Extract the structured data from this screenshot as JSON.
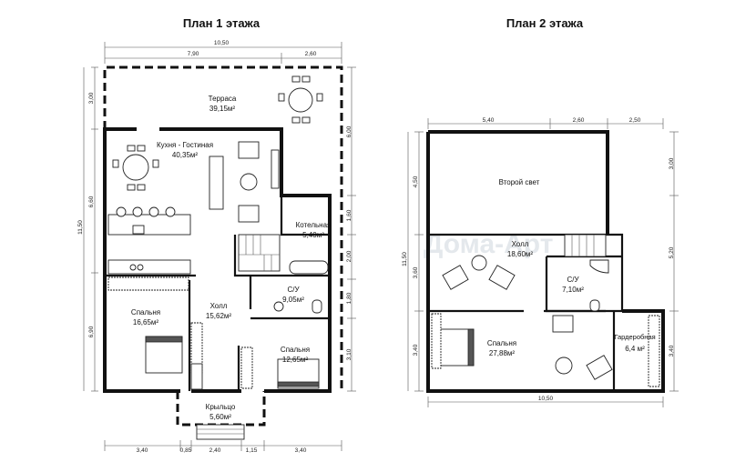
{
  "floor1": {
    "title": "План 1 этажа",
    "dims_top": [
      "10,50",
      "7,90",
      "2,60"
    ],
    "dims_bottom": [
      "3,40",
      "0,85",
      "2,40",
      "1,15",
      "3,40"
    ],
    "dims_left": [
      "3,00",
      "6,60",
      "11,50",
      "6,90"
    ],
    "dims_right": [
      "6,00",
      "1,60",
      "2,00",
      "1,80",
      "3,10"
    ],
    "rooms": {
      "terrace": {
        "name": "Терраса",
        "area": "39,15м²"
      },
      "kitchen": {
        "name": "Кухня - Гостиная",
        "area": "40,35м²"
      },
      "boiler": {
        "name": "Котельная",
        "area": "5,40м²"
      },
      "bath": {
        "name": "С/У",
        "area": "9,05м²"
      },
      "hall": {
        "name": "Холл",
        "area": "15,62м²"
      },
      "bedroom_left": {
        "name": "Спальня",
        "area": "16,65м²"
      },
      "bedroom_right": {
        "name": "Спальня",
        "area": "12,65м²"
      },
      "porch": {
        "name": "Крыльцо",
        "area": "5,60м²"
      }
    }
  },
  "floor2": {
    "title": "План 2 этажа",
    "dims_top": [
      "5,40",
      "2,60",
      "2,50"
    ],
    "dims_bottom": [
      "10,50"
    ],
    "dims_left": [
      "4,50",
      "11,50",
      "3,60",
      "3,40"
    ],
    "dims_right": [
      "3,00",
      "5,20",
      "3,40"
    ],
    "rooms": {
      "second_light": {
        "name": "Второй свет",
        "area": ""
      },
      "hall": {
        "name": "Холл",
        "area": "18,60м²"
      },
      "bath": {
        "name": "С/У",
        "area": "7,10м²"
      },
      "bedroom": {
        "name": "Спальня",
        "area": "27,88м²"
      },
      "wardrobe": {
        "name": "Гардеробная",
        "area": "6,4 м²"
      }
    }
  },
  "watermark": "Дома-Арт"
}
